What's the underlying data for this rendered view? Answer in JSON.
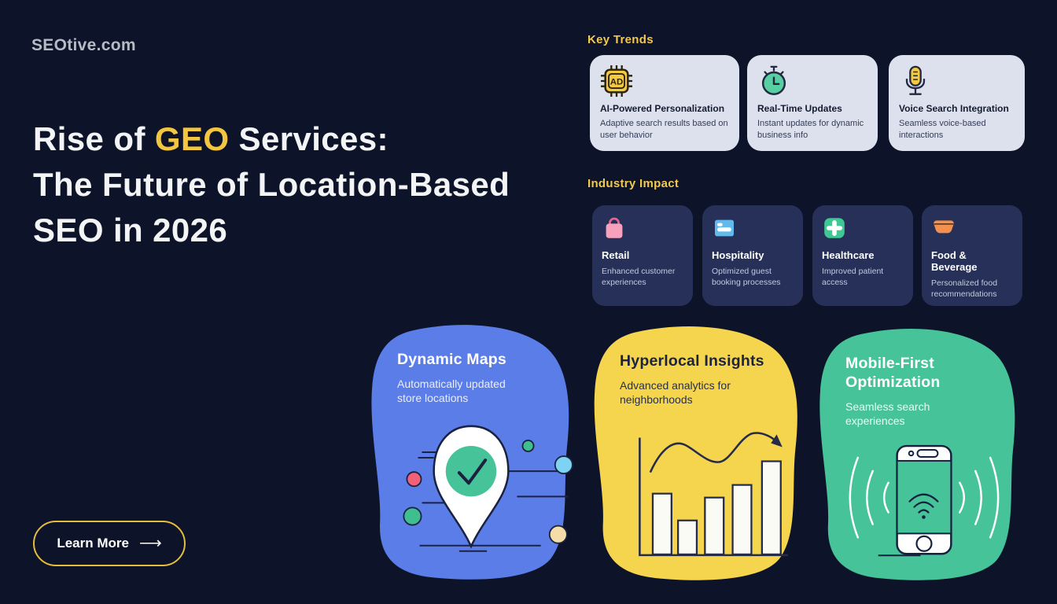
{
  "page": {
    "background": "#0d1328",
    "accent_yellow": "#f2c94c"
  },
  "logo": "SEOtive.com",
  "headline": {
    "pre": "Rise of ",
    "accent": "GEO",
    "post": " Services:",
    "line2": "The Future of Location-Based",
    "line3": "SEO in 2026"
  },
  "cta": {
    "label": "Learn More",
    "arrow": "⟶"
  },
  "key_trends": {
    "title": "Key Trends",
    "cards": [
      {
        "icon": "ai-chip",
        "icon_text": "AD",
        "title": "AI-Powered Personalization",
        "desc": "Adaptive search results based on user behavior"
      },
      {
        "icon": "stopwatch",
        "title": "Real-Time Updates",
        "desc": "Instant updates for dynamic business info"
      },
      {
        "icon": "microphone",
        "title": "Voice Search Integration",
        "desc": "Seamless voice-based interactions"
      }
    ]
  },
  "industry_impact": {
    "title": "Industry Impact",
    "cards": [
      {
        "icon": "shopping-bag",
        "title": "Retail",
        "desc": "Enhanced customer experiences"
      },
      {
        "icon": "bed",
        "title": "Hospitality",
        "desc": "Optimized guest booking processes"
      },
      {
        "icon": "medical-cross",
        "title": "Healthcare",
        "desc": "Improved patient access"
      },
      {
        "icon": "bowl",
        "title": "Food & Beverage",
        "desc": "Personalized food recommendations"
      }
    ]
  },
  "features": [
    {
      "illustration": "map-pin",
      "title": "Dynamic Maps",
      "desc": "Automatically updated store locations",
      "color": "#5b7de8"
    },
    {
      "illustration": "bar-chart",
      "title": "Hyperlocal Insights",
      "desc": "Advanced analytics for neighborhoods",
      "color": "#f5d44e"
    },
    {
      "illustration": "phone-signal",
      "title": "Mobile-First Optimization",
      "desc": "Seamless search experiences",
      "color": "#46c399"
    }
  ],
  "bar_chart_illustration": {
    "bar_heights": [
      77,
      43,
      72,
      88,
      118
    ]
  }
}
